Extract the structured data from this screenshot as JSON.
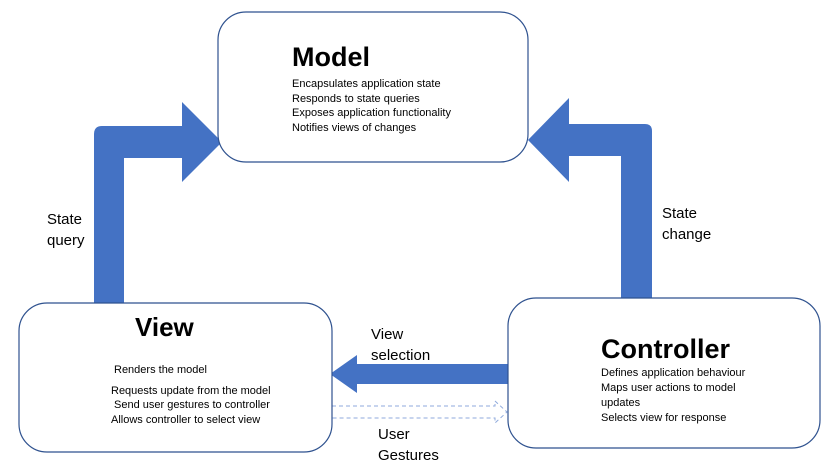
{
  "model": {
    "title": "Model",
    "lines": [
      "Encapsulates application state",
      "Responds to state queries",
      "Exposes application functionality",
      "Notifies views of changes"
    ]
  },
  "view": {
    "title": "View",
    "line_1": "Renders the model",
    "line_2": "Requests update from the model",
    "line_3": "Send user gestures to controller",
    "line_4": "Allows controller to select view"
  },
  "controller": {
    "title": "Controller",
    "line_1": "Defines application behaviour",
    "line_2": "Maps user actions to model",
    "line_3": "updates",
    "line_4": "Selects view for response"
  },
  "edges": {
    "state_query": [
      "State",
      "query"
    ],
    "state_change": [
      "State",
      "change"
    ],
    "view_selection": [
      "View",
      "selection"
    ],
    "user_gestures": [
      "User",
      "Gestures"
    ]
  },
  "colors": {
    "arrow": "#4472C4",
    "box_border": "#2F528F",
    "dashed_arrow": "#8FAADC"
  }
}
